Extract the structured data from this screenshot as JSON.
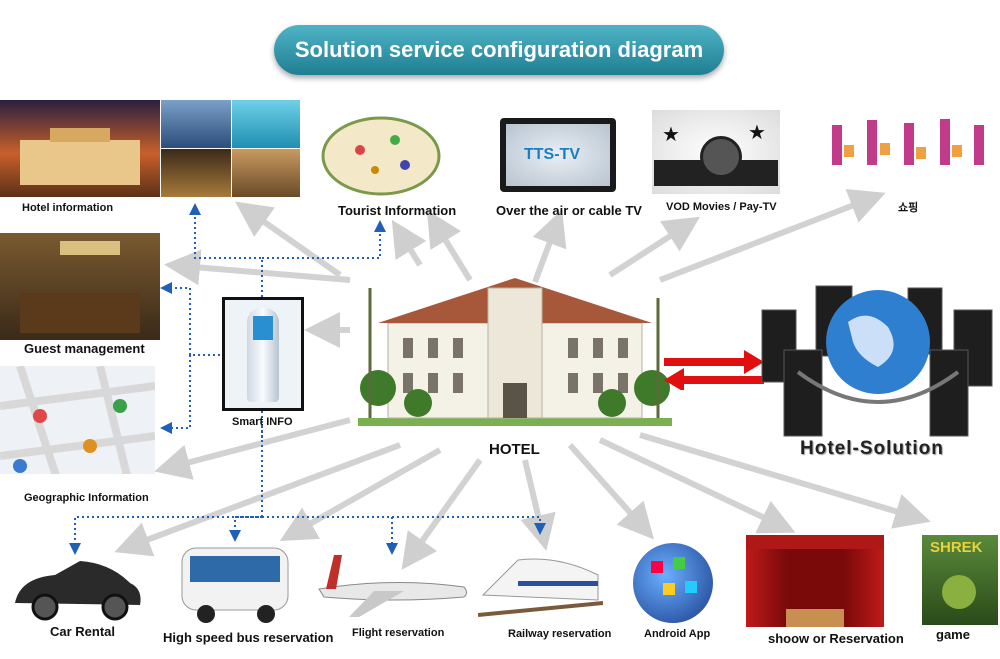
{
  "title": "Solution service configuration diagram",
  "labels": {
    "hotel_info": "Hotel information",
    "tourist": "Tourist Information",
    "ota": "Over the air or cable TV",
    "vod": "VOD Movies / Pay-TV",
    "shopping": "쇼핑",
    "guest": "Guest management",
    "smart": "Smart INFO",
    "geo": "Geographic Information",
    "hotel": "HOTEL",
    "solution": "Hotel-Solution",
    "car": "Car Rental",
    "bus": "High speed bus reservation",
    "flight": "Flight reservation",
    "rail": "Railway reservation",
    "android": "Android App",
    "show": "shoow or Reservation",
    "game": "game",
    "tv_logo": "TTS-TV",
    "game_logo": "SHREK"
  },
  "colors": {
    "title_bg": "#2a8ea2",
    "arrow_gray": "#cfcfcf",
    "dotted_blue": "#1f5fb8",
    "red_arrow": "#e01010",
    "globe_blue": "#2f7fd0"
  }
}
